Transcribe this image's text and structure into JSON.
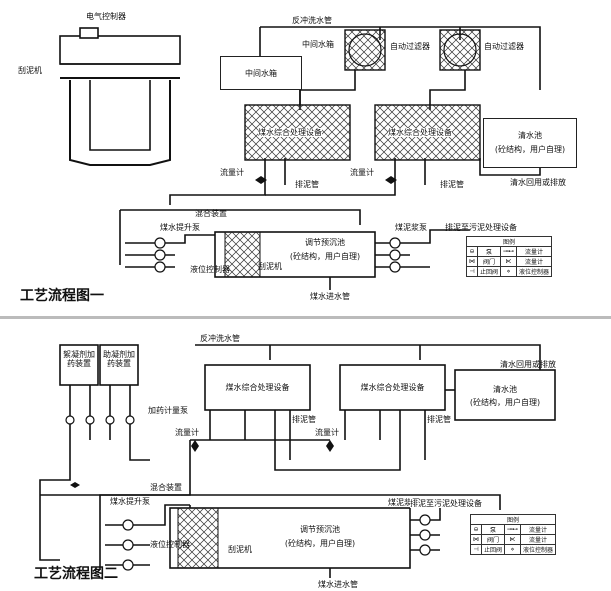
{
  "diagram1": {
    "title": "工艺流程图一",
    "labels": {
      "electric_controller": "电气控制器",
      "scraper": "刮泥机",
      "backwash_pipe": "反冲洗水管",
      "middle_tank_small": "中间水箱",
      "auto_filter_1": "自动过滤器",
      "auto_filter_2": "自动过滤器",
      "middle_tank": "中间水箱",
      "unit_1": "煤水综合处理设备",
      "unit_2": "煤水综合处理设备",
      "clear_pool": "清水池",
      "clear_pool_sub": "(砼结构，用户自理)",
      "clear_return": "清水回用或排放",
      "flowmeter_1": "流量计",
      "flowmeter_2": "流量计",
      "drain_1": "排泥管",
      "drain_2": "排泥管",
      "mixer": "混合装置",
      "lift_pump": "煤水提升泵",
      "level_controller": "液位控制器",
      "scraper_2": "刮泥机",
      "pool_title": "调节预沉池",
      "pool_sub": "(砼结构，用户自理)",
      "sludge_pump": "煤泥浆泵",
      "sludge_to": "排泥至污泥处理设备",
      "inlet": "煤水进水管"
    },
    "legend": {
      "title": "图例",
      "rows": [
        [
          "⊖",
          "泵",
          "⊸⊷",
          "流量计"
        ],
        [
          "⋈",
          "阀门",
          "⋉",
          "流量计"
        ],
        [
          "⊣",
          "止回阀",
          "⋄",
          "液位控制器"
        ]
      ]
    }
  },
  "diagram2": {
    "title": "工艺流程图二",
    "labels": {
      "coagulant": "絮凝剂加药装置",
      "coagulant_aid": "助凝剂加药装置",
      "dosing_meter": "加药计量泵",
      "backwash_pipe": "反冲洗水管",
      "unit_1": "煤水综合处理设备",
      "unit_2": "煤水综合处理设备",
      "clear_return": "清水回用或排放",
      "clear_pool": "清水池",
      "clear_pool_sub": "(砼结构，用户自理)",
      "drain_pipe_1": "排泥管",
      "drain_pipe_2": "排泥管",
      "flowmeter_1": "流量计",
      "flowmeter_2": "流量计",
      "lift_pump": "煤水提升泵",
      "mixer": "混合装置",
      "level_controller": "液位控制器",
      "scraper": "刮泥机",
      "pool_title": "调节预沉池",
      "pool_sub": "(砼结构，用户自理)",
      "sludge_pump": "煤泥浆泵",
      "sludge_to": "排泥至污泥处理设备",
      "inlet": "煤水进水管"
    },
    "legend": {
      "title": "图例",
      "rows": [
        [
          "⊖",
          "泵",
          "⊸⊷",
          "流量计"
        ],
        [
          "⋈",
          "阀门",
          "⋉",
          "流量计"
        ],
        [
          "⊣",
          "止回阀",
          "⋄",
          "液位控制器"
        ]
      ]
    }
  },
  "colors": {
    "line": "#111111",
    "separator": "#bbbbbb",
    "background": "#ffffff"
  },
  "icons": [
    "pump-icon",
    "valve-icon",
    "check-valve-icon",
    "flowmeter-icon",
    "level-controller-icon",
    "filter-icon"
  ]
}
